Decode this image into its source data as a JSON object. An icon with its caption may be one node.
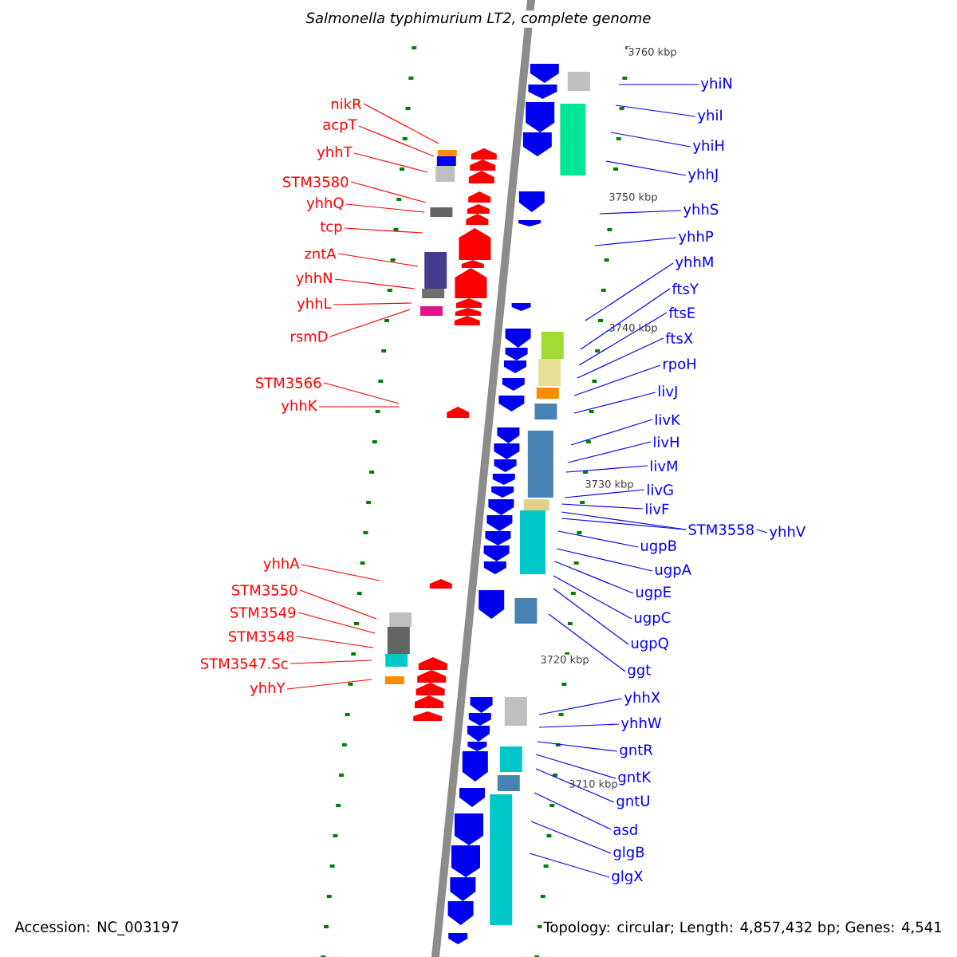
{
  "diagram": {
    "title": "Salmonella typhimurium LT2, complete genome",
    "nodes": [
      {
        "text": [
          "nikR"
        ]
      },
      {
        "text": [
          "acpT"
        ]
      },
      {
        "text": [
          "yhhT"
        ]
      },
      {
        "text": [
          "STM3580"
        ]
      },
      {
        "text": [
          "yhhQ"
        ]
      },
      {
        "text": [
          "tcp"
        ]
      },
      {
        "text": [
          "zntA"
        ]
      },
      {
        "text": [
          "yhhN"
        ]
      },
      {
        "text": [
          "yhhL"
        ]
      },
      {
        "text": [
          "rsmD"
        ]
      },
      {
        "text": [
          "STM3566"
        ]
      },
      {
        "text": [
          "yhhK"
        ]
      },
      {
        "text": [
          "yhhA"
        ]
      },
      {
        "text": [
          "STM3550"
        ]
      },
      {
        "text": [
          "STM3549"
        ]
      },
      {
        "text": [
          "STM3548"
        ]
      },
      {
        "text": [
          "STM3547.Sc"
        ]
      },
      {
        "text": [
          "yhhY"
        ]
      },
      {
        "text": [
          "yhiN"
        ]
      },
      {
        "text": [
          "yhiI"
        ]
      },
      {
        "text": [
          "yhiH"
        ]
      },
      {
        "text": [
          "yhhJ"
        ]
      },
      {
        "text": [
          "yhhS"
        ]
      },
      {
        "text": [
          "yhhP"
        ]
      },
      {
        "text": [
          "yhhM"
        ]
      },
      {
        "text": [
          "ftsY"
        ]
      },
      {
        "text": [
          "ftsE"
        ]
      },
      {
        "text": [
          "ftsX"
        ]
      },
      {
        "text": [
          "rpoH"
        ]
      },
      {
        "text": [
          "livJ"
        ]
      },
      {
        "text": [
          "livK"
        ]
      },
      {
        "text": [
          "livH"
        ]
      },
      {
        "text": [
          "livM"
        ]
      },
      {
        "text": [
          "livG"
        ]
      },
      {
        "text": [
          "livF"
        ]
      },
      {
        "text": [
          "STM3558"
        ]
      },
      {
        "text": [
          "yhhV"
        ]
      },
      {
        "text": [
          "ugpB"
        ]
      },
      {
        "text": [
          "ugpA"
        ]
      },
      {
        "text": [
          "ugpE"
        ]
      },
      {
        "text": [
          "ugpC"
        ]
      },
      {
        "text": [
          "ugpQ"
        ]
      },
      {
        "text": [
          "ggt"
        ]
      },
      {
        "text": [
          "yhhX"
        ]
      },
      {
        "text": [
          "yhhW"
        ]
      },
      {
        "text": [
          "gntR"
        ]
      },
      {
        "text": [
          "gntK"
        ]
      },
      {
        "text": [
          "gntU"
        ]
      },
      {
        "text": [
          "asd"
        ]
      },
      {
        "text": [
          "glgB"
        ]
      },
      {
        "text": [
          "glgX"
        ]
      }
    ],
    "edges": [
      {
        "from": 0,
        "to": null,
        "arrow": "none",
        "color": "#ff0000"
      },
      {
        "from": 1,
        "to": null,
        "arrow": "none",
        "color": "#ff0000"
      },
      {
        "from": 2,
        "to": null,
        "arrow": "none",
        "color": "#ff0000"
      },
      {
        "from": 3,
        "to": null,
        "arrow": "none",
        "color": "#ff0000"
      },
      {
        "from": 4,
        "to": null,
        "arrow": "none",
        "color": "#ff0000"
      },
      {
        "from": 5,
        "to": null,
        "arrow": "none",
        "color": "#ff0000"
      },
      {
        "from": 6,
        "to": null,
        "arrow": "none",
        "color": "#ff0000"
      },
      {
        "from": 7,
        "to": null,
        "arrow": "none",
        "color": "#ff0000"
      },
      {
        "from": 8,
        "to": null,
        "arrow": "none",
        "color": "#ff0000"
      },
      {
        "from": 9,
        "to": null,
        "arrow": "none",
        "color": "#ff0000"
      },
      {
        "from": 10,
        "to": null,
        "arrow": "none",
        "color": "#ff0000"
      },
      {
        "from": 11,
        "to": null,
        "arrow": "none",
        "color": "#ff0000"
      },
      {
        "from": 12,
        "to": null,
        "arrow": "none",
        "color": "#ff0000"
      },
      {
        "from": 13,
        "to": null,
        "arrow": "none",
        "color": "#ff0000"
      },
      {
        "from": 14,
        "to": null,
        "arrow": "none",
        "color": "#ff0000"
      },
      {
        "from": 15,
        "to": null,
        "arrow": "none",
        "color": "#ff0000"
      },
      {
        "from": 16,
        "to": null,
        "arrow": "none",
        "color": "#ff0000"
      },
      {
        "from": 17,
        "to": null,
        "arrow": "none",
        "color": "#ff0000"
      },
      {
        "from": 18,
        "to": null,
        "arrow": "none"
      },
      {
        "from": 19,
        "to": null,
        "arrow": "none"
      },
      {
        "from": 20,
        "to": null,
        "arrow": "none"
      },
      {
        "from": 21,
        "to": null,
        "arrow": "none"
      },
      {
        "from": 22,
        "to": null,
        "arrow": "none"
      },
      {
        "from": 23,
        "to": null,
        "arrow": "none"
      },
      {
        "from": 24,
        "to": null,
        "arrow": "none"
      },
      {
        "from": 25,
        "to": null,
        "arrow": "none"
      },
      {
        "from": 26,
        "to": null,
        "arrow": "none"
      },
      {
        "from": 27,
        "to": null,
        "arrow": "none"
      },
      {
        "from": 28,
        "to": null,
        "arrow": "none"
      },
      {
        "from": 29,
        "to": null,
        "arrow": "none"
      },
      {
        "from": 30,
        "to": null,
        "arrow": "none"
      },
      {
        "from": 31,
        "to": null,
        "arrow": "none"
      },
      {
        "from": 32,
        "to": null,
        "arrow": "none"
      },
      {
        "from": 33,
        "to": null,
        "arrow": "none"
      },
      {
        "from": 34,
        "to": null,
        "arrow": "none"
      },
      {
        "from": 35,
        "to": null,
        "arrow": "none"
      },
      {
        "from": 35,
        "to": null,
        "arrow": "none"
      },
      {
        "from": 36,
        "to": 35,
        "arrow": "none"
      },
      {
        "from": 37,
        "to": null,
        "arrow": "none"
      },
      {
        "from": 38,
        "to": null,
        "arrow": "none"
      },
      {
        "from": 39,
        "to": null,
        "arrow": "none"
      },
      {
        "from": 40,
        "to": null,
        "arrow": "none"
      },
      {
        "from": 41,
        "to": null,
        "arrow": "none"
      },
      {
        "from": 42,
        "to": null,
        "arrow": "none"
      },
      {
        "from": 43,
        "to": null,
        "arrow": "none"
      },
      {
        "from": 44,
        "to": null,
        "arrow": "none"
      },
      {
        "from": 45,
        "to": null,
        "arrow": "none"
      },
      {
        "from": 46,
        "to": null,
        "arrow": "none"
      },
      {
        "from": 47,
        "to": null,
        "arrow": "none"
      },
      {
        "from": 48,
        "to": null,
        "arrow": "none"
      },
      {
        "from": 49,
        "to": null,
        "arrow": "none"
      },
      {
        "from": 50,
        "to": null,
        "arrow": "none"
      }
    ],
    "labels": [
      "3760 kbp",
      "3750 kbp",
      "3740 kbp",
      "3730 kbp",
      "3720 kbp",
      "3710 kbp",
      "Accession: NC_003197",
      "Topology: circular; Length: 4,857,432 bp; Genes: 4,541"
    ]
  }
}
